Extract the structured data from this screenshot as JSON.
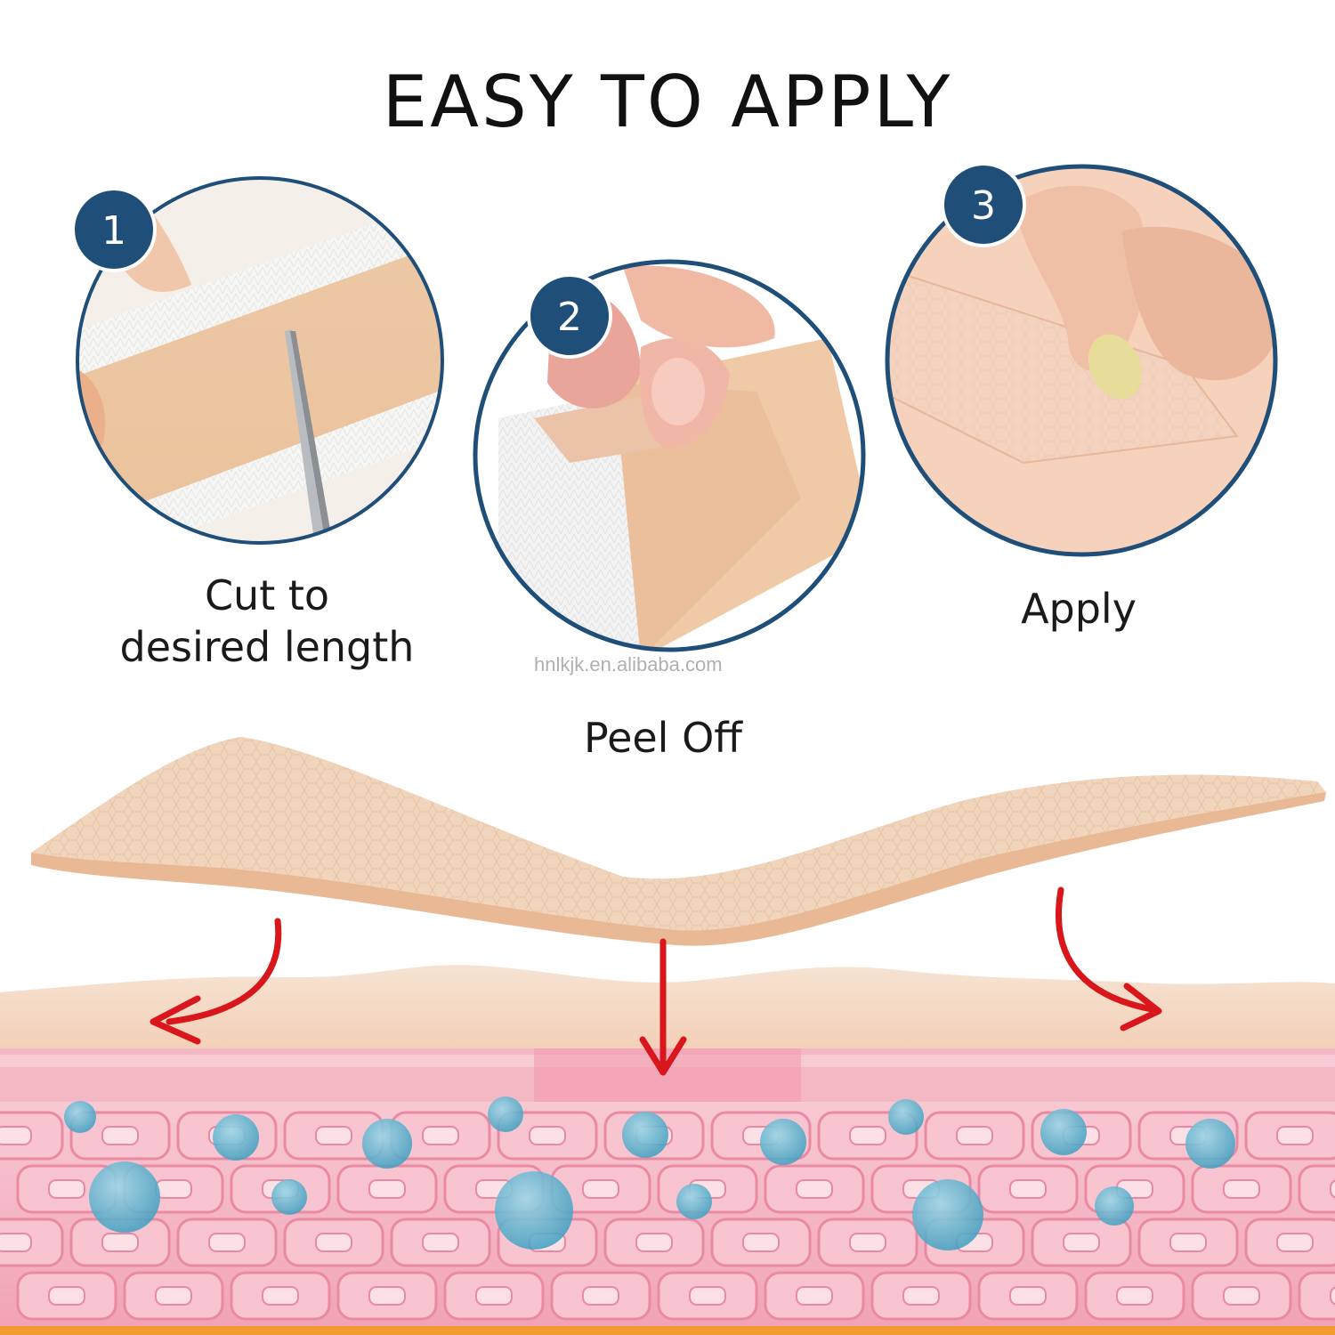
{
  "title": "EASY TO APPLY",
  "steps": [
    {
      "number": "1",
      "label": "Cut to\ndesired length"
    },
    {
      "number": "2",
      "label": "Peel Off"
    },
    {
      "number": "3",
      "label": "Apply"
    }
  ],
  "watermark": "hnlkjk.en.alibaba.com",
  "colors": {
    "badge": "#1f4e79",
    "ring": "#1f4e79",
    "arrow": "#d8161b",
    "skin_top": "#f7dcc4",
    "tissue": "#f3a9bc",
    "droplet": "#5fb7d1",
    "patch": "#f3d2b4",
    "bottom_bar": "#f39a2d"
  },
  "icons": [
    "scissors-icon",
    "arrow-down-icon",
    "arrow-left-curve-icon",
    "arrow-right-curve-icon"
  ]
}
